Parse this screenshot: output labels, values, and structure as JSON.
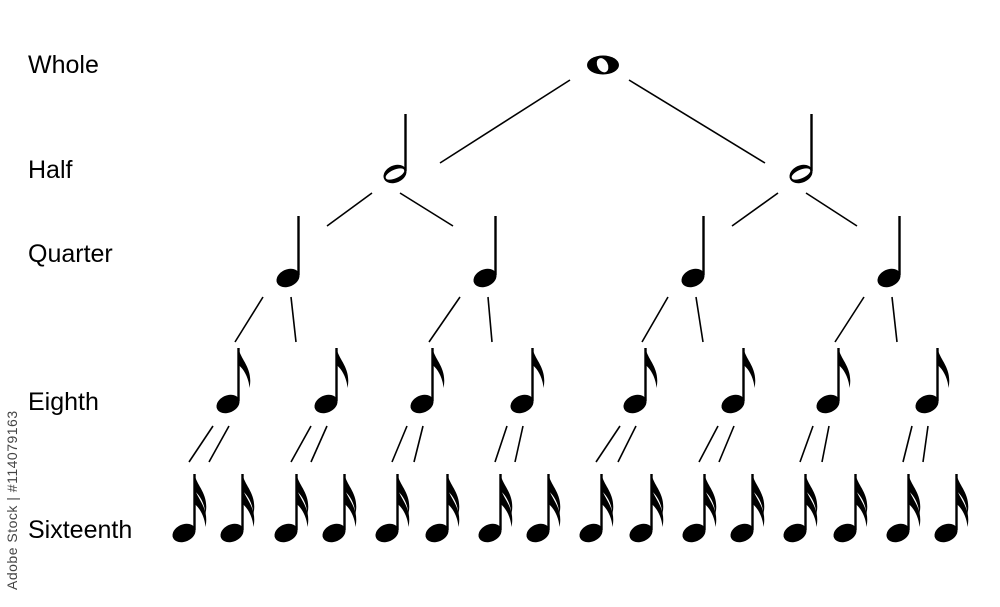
{
  "levels": [
    {
      "label": "Whole",
      "count": 1,
      "note": "whole"
    },
    {
      "label": "Half",
      "count": 2,
      "note": "half"
    },
    {
      "label": "Quarter",
      "count": 4,
      "note": "quarter"
    },
    {
      "label": "Eighth",
      "count": 8,
      "note": "eighth"
    },
    {
      "label": "Sixteenth",
      "count": 16,
      "note": "sixteenth"
    }
  ],
  "watermark": "Adobe Stock | #114079163",
  "colors": {
    "ink": "#000000",
    "background": "#ffffff"
  }
}
